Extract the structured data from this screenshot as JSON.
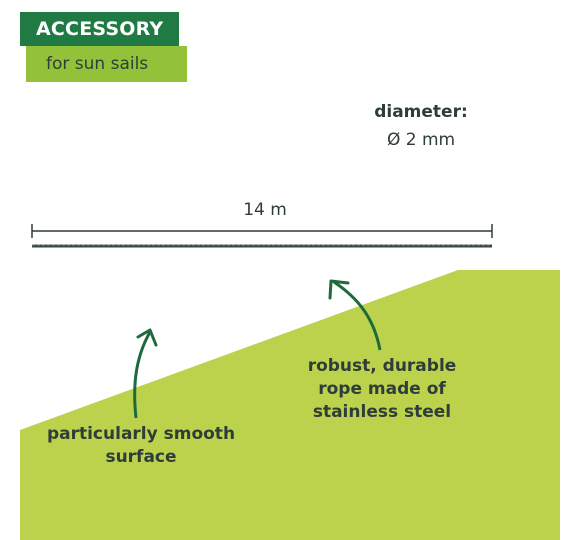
{
  "badge": {
    "title": "ACCESSORY",
    "subtitle": "for sun sails"
  },
  "specs": {
    "diameter_label": "diameter:",
    "diameter_value": "Ø 2 mm",
    "length_label": "14 m"
  },
  "callouts": {
    "smooth": "particularly smooth surface",
    "steel": "robust, durable rope made of stainless steel"
  },
  "colors": {
    "dark_green": "#1f7a44",
    "lime_green": "#93c23a",
    "slope_green": "#bcd24c",
    "arrow_green": "#1d6b3c",
    "text": "#2f3d3a"
  }
}
